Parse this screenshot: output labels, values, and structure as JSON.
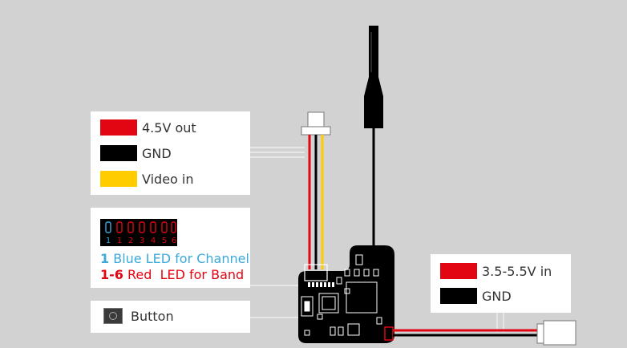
{
  "colors": {
    "background": "#d2d2d2",
    "red": "#e20613",
    "black": "#000000",
    "yellow": "#ffcc00",
    "blue": "#3aa9dc"
  },
  "wire_legend": {
    "items": [
      {
        "label": "4.5V out",
        "color": "#e20613"
      },
      {
        "label": "GND",
        "color": "#000000"
      },
      {
        "label": "Video in",
        "color": "#ffcc00"
      }
    ]
  },
  "led_legend": {
    "led_numbers": [
      "1",
      "2",
      "3",
      "4",
      "5",
      "6"
    ],
    "blue_number": "1",
    "blue_text": "Blue LED for Channel",
    "red_number": "1-6",
    "red_text": "Red  LED for Band"
  },
  "button_legend": {
    "label": "Button",
    "icon": "push-button-icon"
  },
  "power_legend": {
    "items": [
      {
        "label": "3.5-5.5V in",
        "color": "#e20613"
      },
      {
        "label": "GND",
        "color": "#000000"
      }
    ]
  },
  "device": {
    "board": "vtx-board",
    "antenna": "antenna-icon"
  }
}
